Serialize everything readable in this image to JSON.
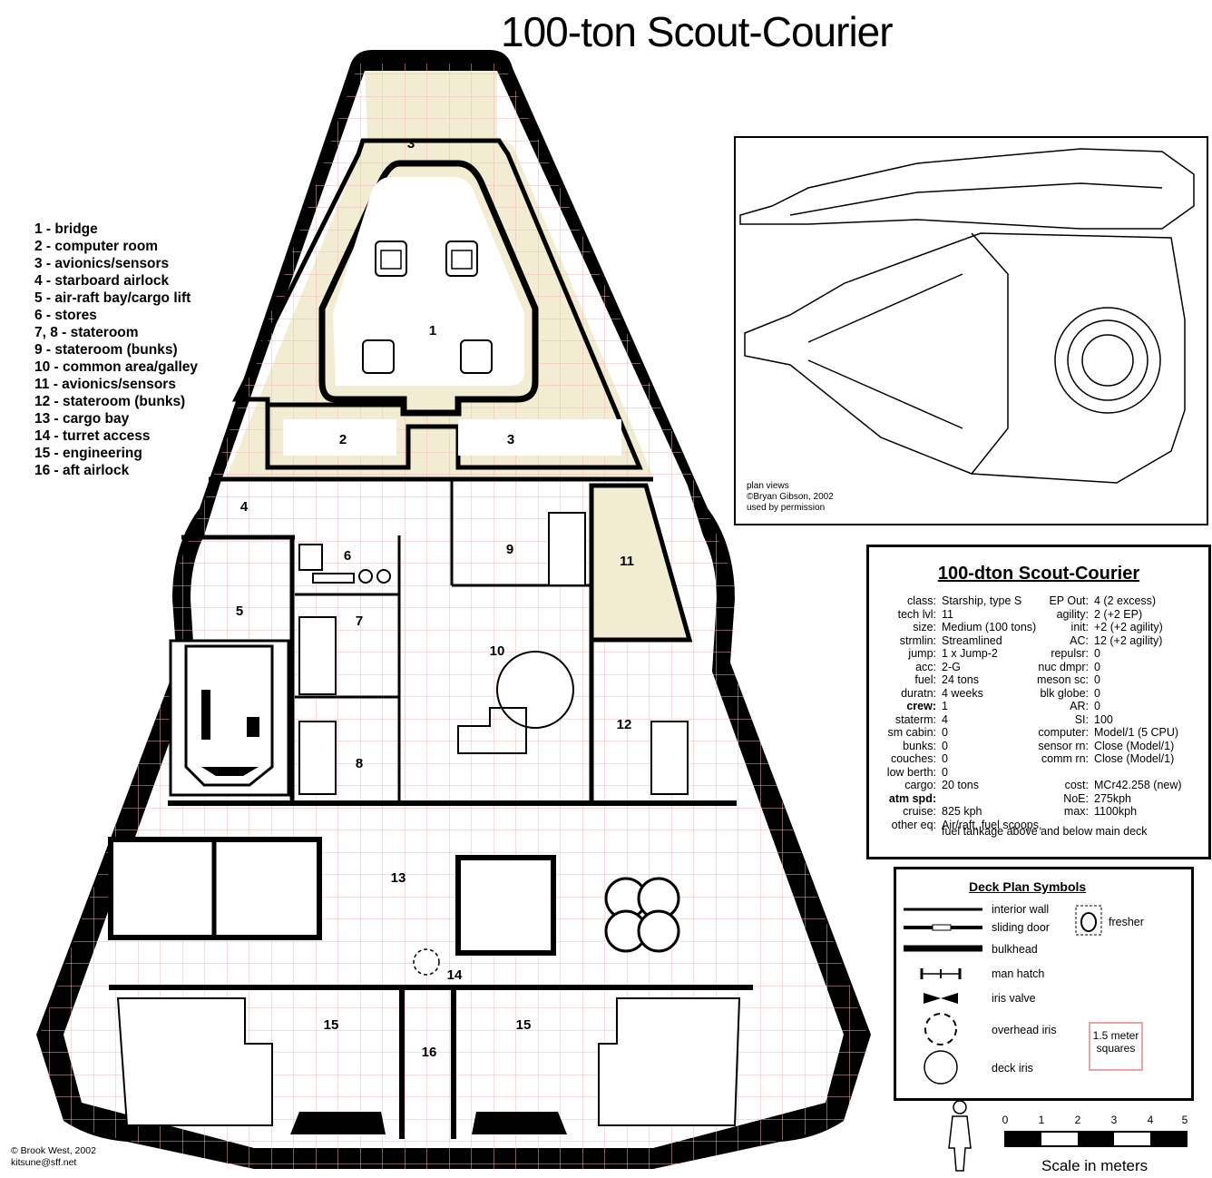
{
  "title": "100-ton Scout-Courier",
  "legend": [
    "1 - bridge",
    "2 - computer room",
    "3 - avionics/sensors",
    "4 - starboard airlock",
    "5 - air-raft bay/cargo lift",
    "6 - stores",
    "7, 8 - stateroom",
    "9 - stateroom (bunks)",
    "10 - common area/galley",
    "11 - avionics/sensors",
    "12 - stateroom (bunks)",
    "13 - cargo bay",
    "14 - turret access",
    "15 - engineering",
    "16 - aft airlock"
  ],
  "room_numbers": {
    "r3a": "3",
    "r1": "1",
    "r2": "2",
    "r3b": "3",
    "r4": "4",
    "r6": "6",
    "r9": "9",
    "r11": "11",
    "r5": "5",
    "r7": "7",
    "r10": "10",
    "r12": "12",
    "r8": "8",
    "r13": "13",
    "r14": "14",
    "r15a": "15",
    "r15b": "15",
    "r16": "16"
  },
  "sketch_credit": [
    "plan views",
    "©Bryan Gibson, 2002",
    "used by permission"
  ],
  "stats": {
    "title": "100-dton Scout-Courier",
    "left": [
      [
        "class:",
        "Starship, type S"
      ],
      [
        "tech lvl:",
        "11"
      ],
      [
        "size:",
        "Medium (100 tons)"
      ],
      [
        "strmlin:",
        "Streamlined"
      ],
      [
        "jump:",
        "1 x Jump-2"
      ],
      [
        "acc:",
        "2-G"
      ],
      [
        "fuel:",
        "24 tons"
      ],
      [
        "duratn:",
        "4 weeks"
      ],
      [
        "crew:",
        "1"
      ],
      [
        "staterm:",
        "4"
      ],
      [
        "sm cabin:",
        "0"
      ],
      [
        "bunks:",
        "0"
      ],
      [
        "couches:",
        "0"
      ],
      [
        "low berth:",
        "0"
      ],
      [
        "cargo:",
        "20 tons"
      ],
      [
        "atm spd:",
        ""
      ],
      [
        "cruise:",
        "825 kph"
      ],
      [
        "other eq:",
        "Air/raft, fuel scoops,"
      ]
    ],
    "other_eq_cont": "fuel tankage above and below main deck",
    "right": [
      [
        "EP Out:",
        "4 (2 excess)"
      ],
      [
        "agility:",
        "2 (+2 EP)"
      ],
      [
        "init:",
        "+2 (+2 agility)"
      ],
      [
        "AC:",
        "12 (+2 agility)"
      ],
      [
        "repulsr:",
        "0"
      ],
      [
        "nuc dmpr:",
        "0"
      ],
      [
        "meson sc:",
        "0"
      ],
      [
        "blk globe:",
        "0"
      ],
      [
        "AR:",
        "0"
      ],
      [
        "SI:",
        "100"
      ],
      [
        "computer:",
        "Model/1 (5 CPU)"
      ],
      [
        "sensor rn:",
        "Close (Model/1)"
      ],
      [
        "comm rn:",
        "Close (Model/1)"
      ],
      [
        "",
        ""
      ],
      [
        "cost:",
        "MCr42.258 (new)"
      ],
      [
        "NoE:",
        "275kph"
      ],
      [
        "max:",
        "1100kph"
      ]
    ]
  },
  "symbols": {
    "title": "Deck Plan Symbols",
    "interior_wall": "interior wall",
    "sliding_door": "sliding door",
    "bulkhead": "bulkhead",
    "man_hatch": "man hatch",
    "iris_valve": "iris valve",
    "overhead_iris": "overhead iris",
    "deck_iris": "deck iris",
    "fresher": "fresher",
    "squares": "1.5 meter squares"
  },
  "scale": {
    "title": "Scale in meters",
    "ticks": [
      "0",
      "1",
      "2",
      "3",
      "4",
      "5"
    ]
  },
  "credit": [
    "© Brook West, 2002",
    "kitsune@sff.net"
  ]
}
